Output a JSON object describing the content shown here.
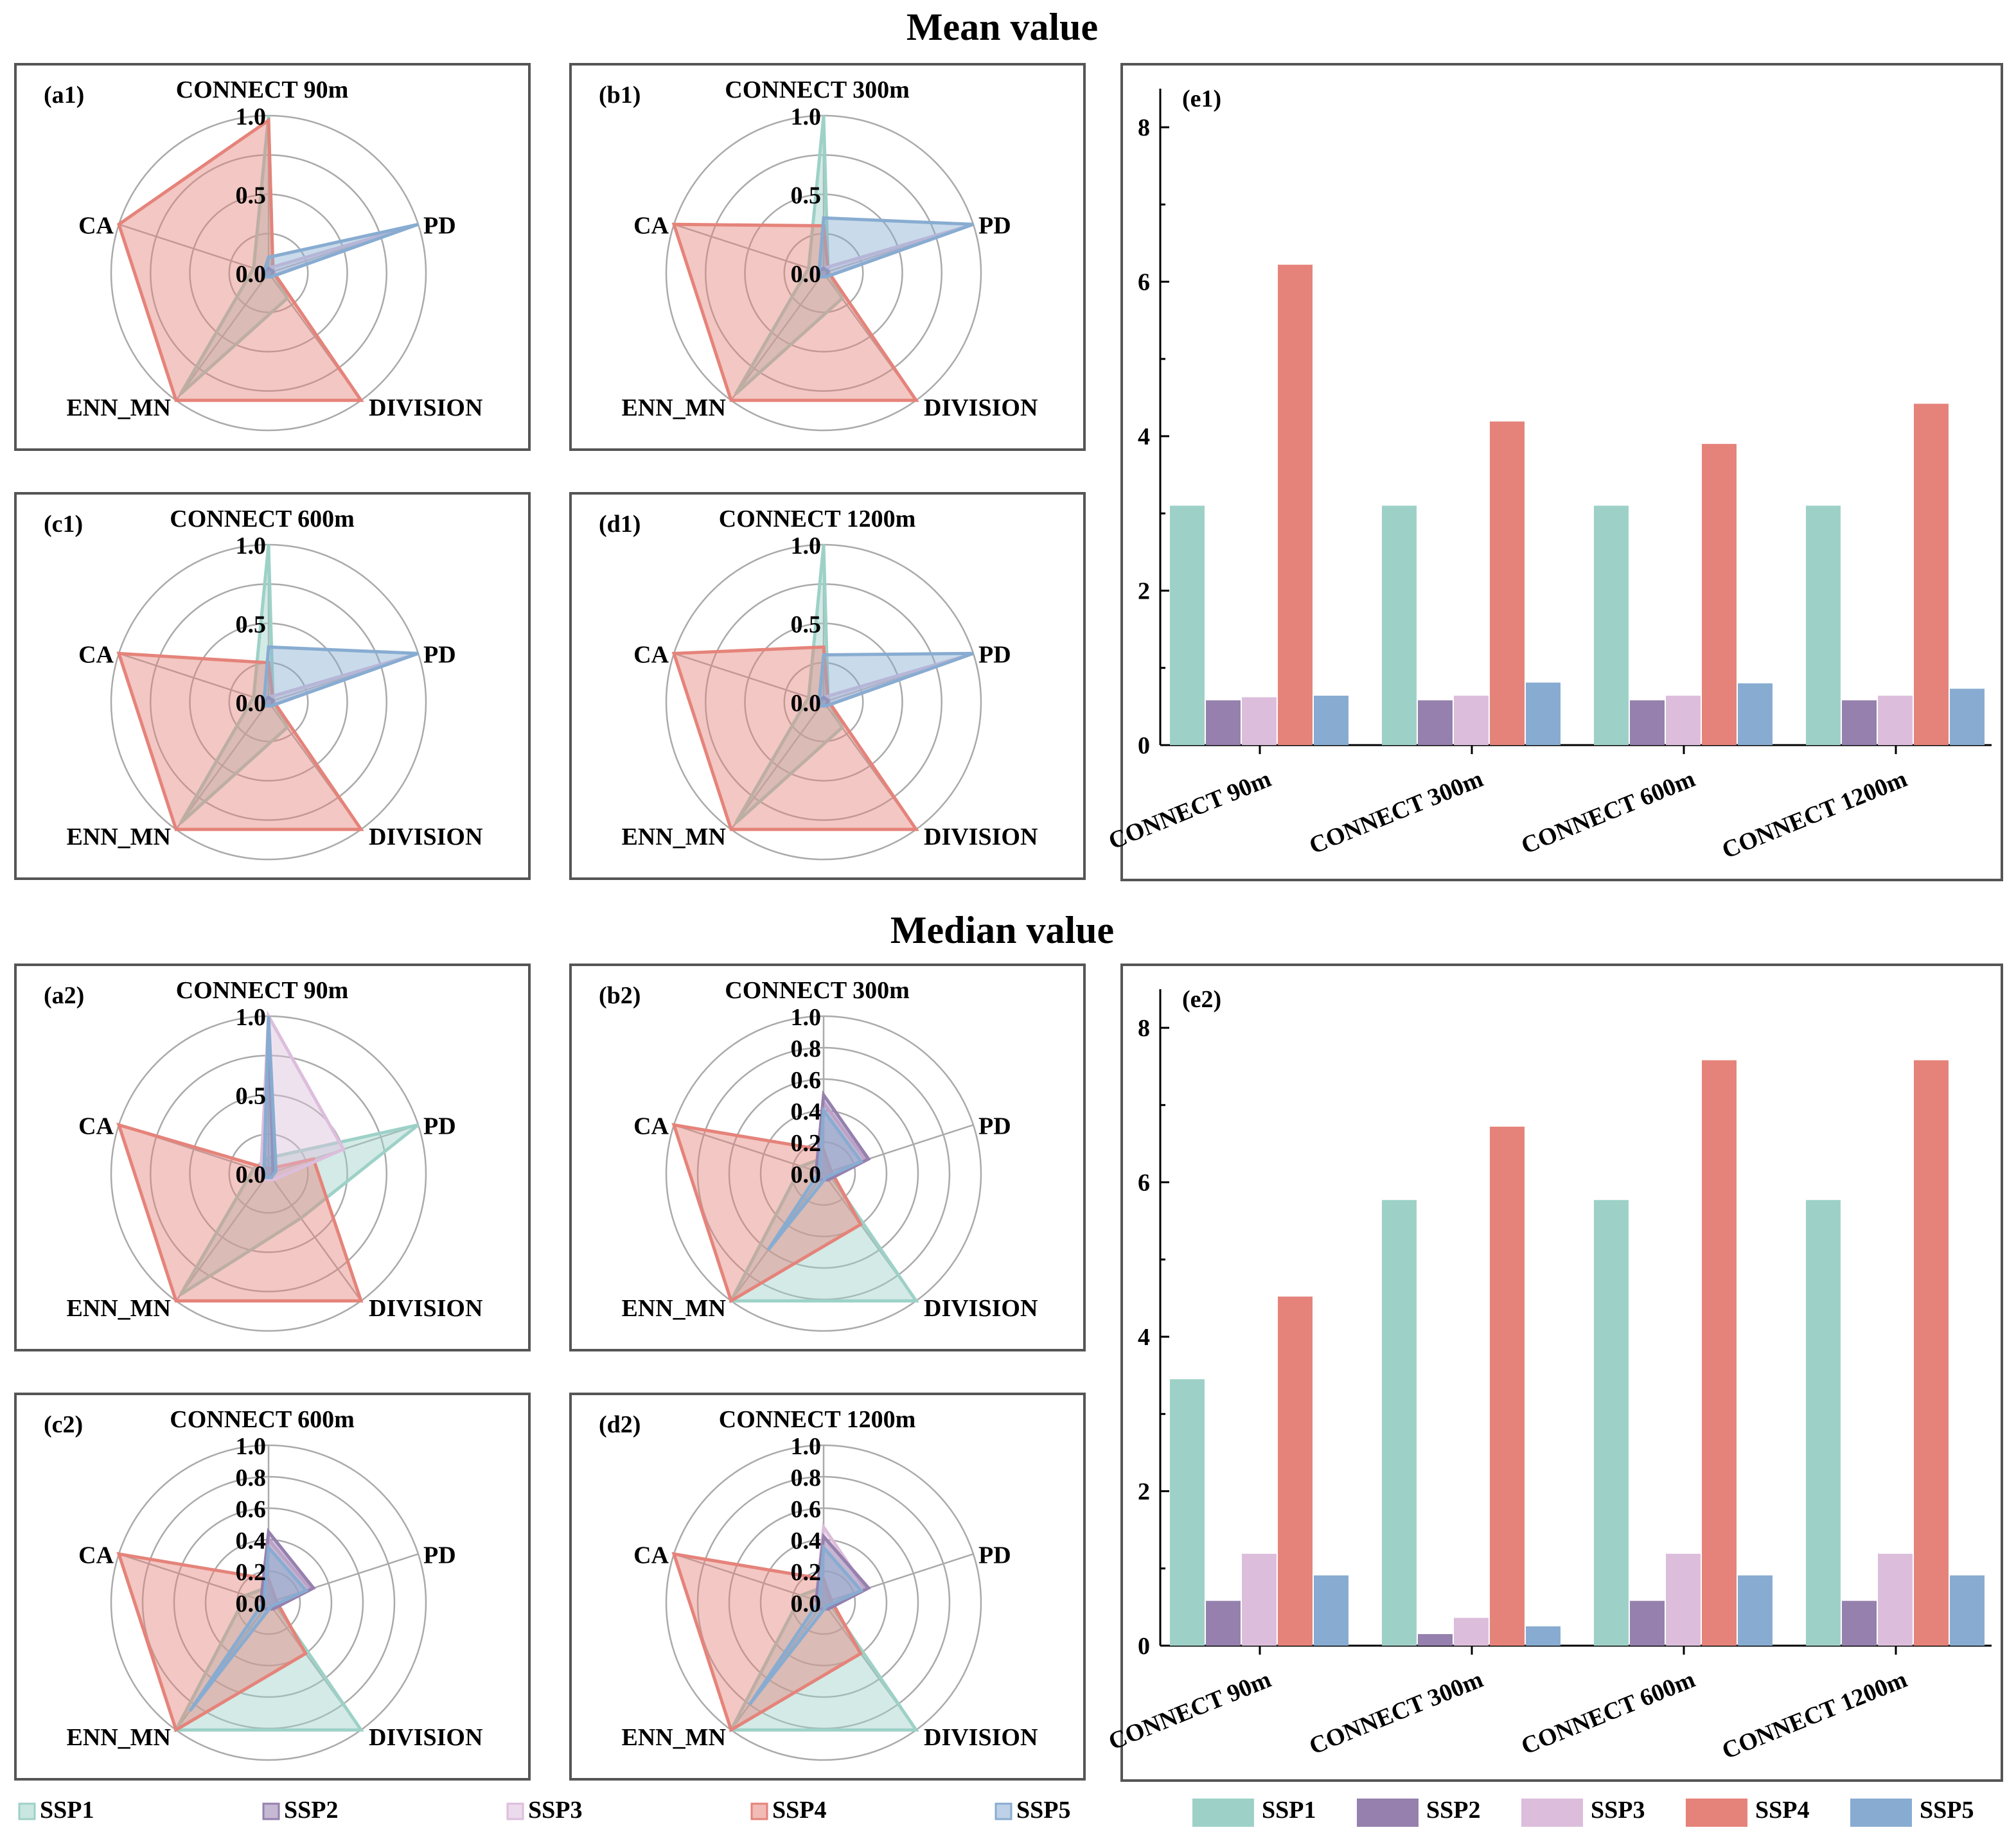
{
  "sections": {
    "mean_title": "Mean value",
    "median_title": "Median value"
  },
  "colors": {
    "SSP1": "#9dd1c7",
    "SSP2": "#9580ae",
    "SSP3": "#dcbedc",
    "SSP4": "#e5837a",
    "SSP5": "#88acd1",
    "frame": "#555555",
    "grid": "#aaaaaa"
  },
  "legend": {
    "radar": [
      "SSP1",
      "SSP2",
      "SSP3",
      "SSP4",
      "SSP5"
    ],
    "bar": [
      "SSP1",
      "SSP2",
      "SSP3",
      "SSP4",
      "SSP5"
    ]
  },
  "chart_data": [
    {
      "id": "a1",
      "type": "radar",
      "label": "(a1)",
      "axes": [
        "CONNECT 90m",
        "PD",
        "DIVISION",
        "ENN_MN",
        "CA"
      ],
      "rings": [
        0,
        0.25,
        0.5,
        0.75,
        1.0
      ],
      "tick_labels": [
        "0.0",
        "0.5",
        "1.0"
      ],
      "series": [
        {
          "name": "SSP1",
          "values": [
            1.0,
            0.03,
            0.2,
            0.95,
            0.1
          ]
        },
        {
          "name": "SSP2",
          "values": [
            0.03,
            0.03,
            0.03,
            0.03,
            0.03
          ]
        },
        {
          "name": "SSP3",
          "values": [
            0.03,
            0.97,
            0.03,
            0.03,
            0.05
          ]
        },
        {
          "name": "SSP4",
          "values": [
            0.97,
            0.03,
            1.0,
            1.0,
            1.0
          ]
        },
        {
          "name": "SSP5",
          "values": [
            0.1,
            1.0,
            0.03,
            0.03,
            0.03
          ]
        }
      ]
    },
    {
      "id": "b1",
      "type": "radar",
      "label": "(b1)",
      "axes": [
        "CONNECT 300m",
        "PD",
        "DIVISION",
        "ENN_MN",
        "CA"
      ],
      "rings": [
        0,
        0.25,
        0.5,
        0.75,
        1.0
      ],
      "tick_labels": [
        "0.0",
        "0.5",
        "1.0"
      ],
      "series": [
        {
          "name": "SSP1",
          "values": [
            1.0,
            0.03,
            0.2,
            0.95,
            0.1
          ]
        },
        {
          "name": "SSP2",
          "values": [
            0.03,
            0.03,
            0.03,
            0.03,
            0.03
          ]
        },
        {
          "name": "SSP3",
          "values": [
            0.03,
            0.97,
            0.03,
            0.03,
            0.05
          ]
        },
        {
          "name": "SSP4",
          "values": [
            0.3,
            0.03,
            1.0,
            1.0,
            1.0
          ]
        },
        {
          "name": "SSP5",
          "values": [
            0.35,
            1.0,
            0.03,
            0.03,
            0.03
          ]
        }
      ]
    },
    {
      "id": "c1",
      "type": "radar",
      "label": "(c1)",
      "axes": [
        "CONNECT 600m",
        "PD",
        "DIVISION",
        "ENN_MN",
        "CA"
      ],
      "rings": [
        0,
        0.25,
        0.5,
        0.75,
        1.0
      ],
      "tick_labels": [
        "0.0",
        "0.5",
        "1.0"
      ],
      "series": [
        {
          "name": "SSP1",
          "values": [
            1.0,
            0.03,
            0.2,
            0.95,
            0.1
          ]
        },
        {
          "name": "SSP2",
          "values": [
            0.03,
            0.03,
            0.03,
            0.03,
            0.03
          ]
        },
        {
          "name": "SSP3",
          "values": [
            0.03,
            0.97,
            0.03,
            0.03,
            0.05
          ]
        },
        {
          "name": "SSP4",
          "values": [
            0.25,
            0.03,
            1.0,
            1.0,
            1.0
          ]
        },
        {
          "name": "SSP5",
          "values": [
            0.35,
            1.0,
            0.03,
            0.03,
            0.03
          ]
        }
      ]
    },
    {
      "id": "d1",
      "type": "radar",
      "label": "(d1)",
      "axes": [
        "CONNECT 1200m",
        "PD",
        "DIVISION",
        "ENN_MN",
        "CA"
      ],
      "rings": [
        0,
        0.25,
        0.5,
        0.75,
        1.0
      ],
      "tick_labels": [
        "0.0",
        "0.5",
        "1.0"
      ],
      "series": [
        {
          "name": "SSP1",
          "values": [
            1.0,
            0.03,
            0.2,
            0.95,
            0.1
          ]
        },
        {
          "name": "SSP2",
          "values": [
            0.03,
            0.03,
            0.03,
            0.03,
            0.03
          ]
        },
        {
          "name": "SSP3",
          "values": [
            0.03,
            0.97,
            0.03,
            0.03,
            0.05
          ]
        },
        {
          "name": "SSP4",
          "values": [
            0.35,
            0.03,
            1.0,
            1.0,
            1.0
          ]
        },
        {
          "name": "SSP5",
          "values": [
            0.3,
            1.0,
            0.03,
            0.03,
            0.03
          ]
        }
      ]
    },
    {
      "id": "a2",
      "type": "radar",
      "label": "(a2)",
      "axes": [
        "CONNECT 90m",
        "PD",
        "DIVISION",
        "ENN_MN",
        "CA"
      ],
      "rings": [
        0,
        0.25,
        0.5,
        0.75,
        1.0
      ],
      "tick_labels": [
        "0.0",
        "0.5",
        "1.0"
      ],
      "series": [
        {
          "name": "SSP1",
          "values": [
            0.1,
            1.0,
            0.35,
            0.95,
            0.1
          ]
        },
        {
          "name": "SSP2",
          "values": [
            1.0,
            0.03,
            0.03,
            0.03,
            0.03
          ]
        },
        {
          "name": "SSP3",
          "values": [
            1.0,
            0.5,
            0.05,
            0.05,
            0.05
          ]
        },
        {
          "name": "SSP4",
          "values": [
            0.03,
            0.3,
            1.0,
            1.0,
            1.0
          ]
        },
        {
          "name": "SSP5",
          "values": [
            1.0,
            0.05,
            0.03,
            0.03,
            0.03
          ]
        }
      ]
    },
    {
      "id": "b2",
      "type": "radar",
      "label": "(b2)",
      "axes": [
        "CONNECT 300m",
        "PD",
        "DIVISION",
        "ENN_MN",
        "CA"
      ],
      "rings": [
        0,
        0.2,
        0.4,
        0.6,
        0.8,
        1.0
      ],
      "tick_labels": [
        "0.0",
        "0.2",
        "0.4",
        "0.6",
        "0.8",
        "1.0"
      ],
      "series": [
        {
          "name": "SSP1",
          "values": [
            0.1,
            0.03,
            1.0,
            1.0,
            0.15
          ]
        },
        {
          "name": "SSP2",
          "values": [
            0.5,
            0.3,
            0.05,
            0.05,
            0.05
          ]
        },
        {
          "name": "SSP3",
          "values": [
            0.45,
            0.28,
            0.05,
            0.05,
            0.05
          ]
        },
        {
          "name": "SSP4",
          "values": [
            0.15,
            0.05,
            0.4,
            1.0,
            1.0
          ]
        },
        {
          "name": "SSP5",
          "values": [
            0.4,
            0.25,
            0.03,
            0.6,
            0.03
          ]
        }
      ]
    },
    {
      "id": "c2",
      "type": "radar",
      "label": "(c2)",
      "axes": [
        "CONNECT 600m",
        "PD",
        "DIVISION",
        "ENN_MN",
        "CA"
      ],
      "rings": [
        0,
        0.2,
        0.4,
        0.6,
        0.8,
        1.0
      ],
      "tick_labels": [
        "0.0",
        "0.2",
        "0.4",
        "0.6",
        "0.8",
        "1.0"
      ],
      "series": [
        {
          "name": "SSP1",
          "values": [
            0.1,
            0.03,
            1.0,
            1.0,
            0.15
          ]
        },
        {
          "name": "SSP2",
          "values": [
            0.45,
            0.3,
            0.05,
            0.05,
            0.05
          ]
        },
        {
          "name": "SSP3",
          "values": [
            0.4,
            0.28,
            0.05,
            0.05,
            0.05
          ]
        },
        {
          "name": "SSP4",
          "values": [
            0.15,
            0.05,
            0.4,
            1.0,
            1.0
          ]
        },
        {
          "name": "SSP5",
          "values": [
            0.35,
            0.25,
            0.03,
            0.85,
            0.03
          ]
        }
      ]
    },
    {
      "id": "d2",
      "type": "radar",
      "label": "(d2)",
      "axes": [
        "CONNECT 1200m",
        "PD",
        "DIVISION",
        "ENN_MN",
        "CA"
      ],
      "rings": [
        0,
        0.2,
        0.4,
        0.6,
        0.8,
        1.0
      ],
      "tick_labels": [
        "0.0",
        "0.2",
        "0.4",
        "0.6",
        "0.8",
        "1.0"
      ],
      "series": [
        {
          "name": "SSP1",
          "values": [
            0.1,
            0.03,
            1.0,
            1.0,
            0.15
          ]
        },
        {
          "name": "SSP2",
          "values": [
            0.42,
            0.3,
            0.05,
            0.05,
            0.05
          ]
        },
        {
          "name": "SSP3",
          "values": [
            0.48,
            0.28,
            0.05,
            0.05,
            0.05
          ]
        },
        {
          "name": "SSP4",
          "values": [
            0.15,
            0.05,
            0.4,
            1.0,
            1.0
          ]
        },
        {
          "name": "SSP5",
          "values": [
            0.35,
            0.25,
            0.03,
            0.8,
            0.03
          ]
        }
      ]
    },
    {
      "id": "e1",
      "type": "bar",
      "label": "(e1)",
      "categories": [
        "CONNECT 90m",
        "CONNECT 300m",
        "CONNECT 600m",
        "CONNECT 1200m"
      ],
      "ylim": [
        0,
        8.5
      ],
      "yticks": [
        0,
        2,
        4,
        6,
        8
      ],
      "series": [
        {
          "name": "SSP1",
          "values": [
            3.1,
            3.1,
            3.1,
            3.1
          ]
        },
        {
          "name": "SSP2",
          "values": [
            0.58,
            0.58,
            0.58,
            0.58
          ]
        },
        {
          "name": "SSP3",
          "values": [
            0.62,
            0.64,
            0.64,
            0.64
          ]
        },
        {
          "name": "SSP4",
          "values": [
            6.22,
            4.19,
            3.9,
            4.42
          ]
        },
        {
          "name": "SSP5",
          "values": [
            0.64,
            0.81,
            0.8,
            0.73
          ]
        }
      ]
    },
    {
      "id": "e2",
      "type": "bar",
      "label": "(e2)",
      "categories": [
        "CONNECT 90m",
        "CONNECT 300m",
        "CONNECT 600m",
        "CONNECT 1200m"
      ],
      "ylim": [
        0,
        8.5
      ],
      "yticks": [
        0,
        2,
        4,
        6,
        8
      ],
      "series": [
        {
          "name": "SSP1",
          "values": [
            3.45,
            5.77,
            5.77,
            5.77
          ]
        },
        {
          "name": "SSP2",
          "values": [
            0.58,
            0.15,
            0.58,
            0.58
          ]
        },
        {
          "name": "SSP3",
          "values": [
            1.19,
            0.36,
            1.19,
            1.19
          ]
        },
        {
          "name": "SSP4",
          "values": [
            4.52,
            6.72,
            7.58,
            7.58
          ]
        },
        {
          "name": "SSP5",
          "values": [
            0.91,
            0.25,
            0.91,
            0.91
          ]
        }
      ]
    }
  ]
}
